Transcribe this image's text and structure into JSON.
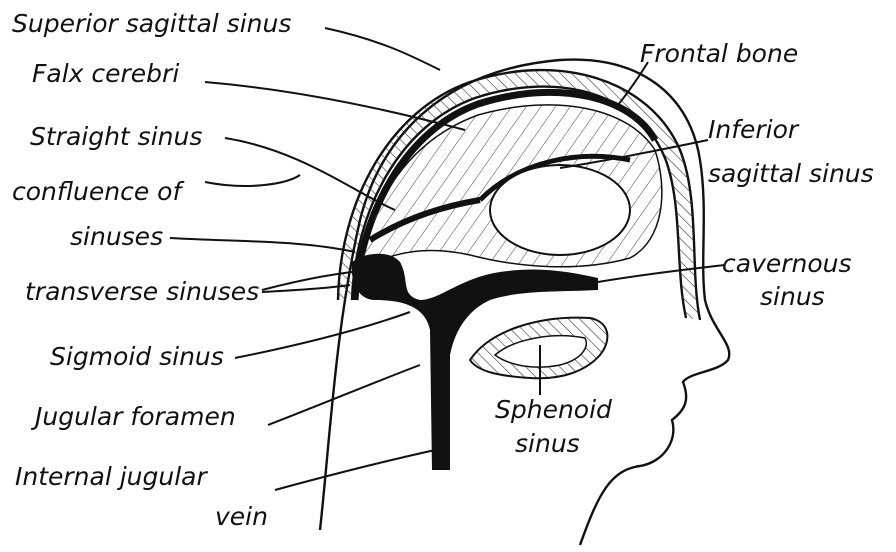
{
  "labels": {
    "superior_sagittal_sinus": "Superior sagittal sinus",
    "falx_cerebri": "Falx cerebri",
    "straight_sinus": "Straight sinus",
    "confluence_line1": "confluence of",
    "confluence_line2": "sinuses",
    "transverse_sinuses": "transverse sinuses",
    "sigmoid_sinus": "Sigmoid sinus",
    "jugular_foramen": "Jugular foramen",
    "internal_jugular_line1": "Internal jugular",
    "internal_jugular_line2": "vein",
    "frontal_bone": "Frontal bone",
    "inferior_line1": "Inferior",
    "inferior_line2": "sagittal sinus",
    "cavernous_line1": "cavernous",
    "cavernous_line2": "sinus",
    "sphenoid_line1": "Sphenoid",
    "sphenoid_line2": "sinus"
  },
  "colors": {
    "ink": "#111111",
    "sinus_fill": "#111111",
    "paper": "#ffffff"
  }
}
